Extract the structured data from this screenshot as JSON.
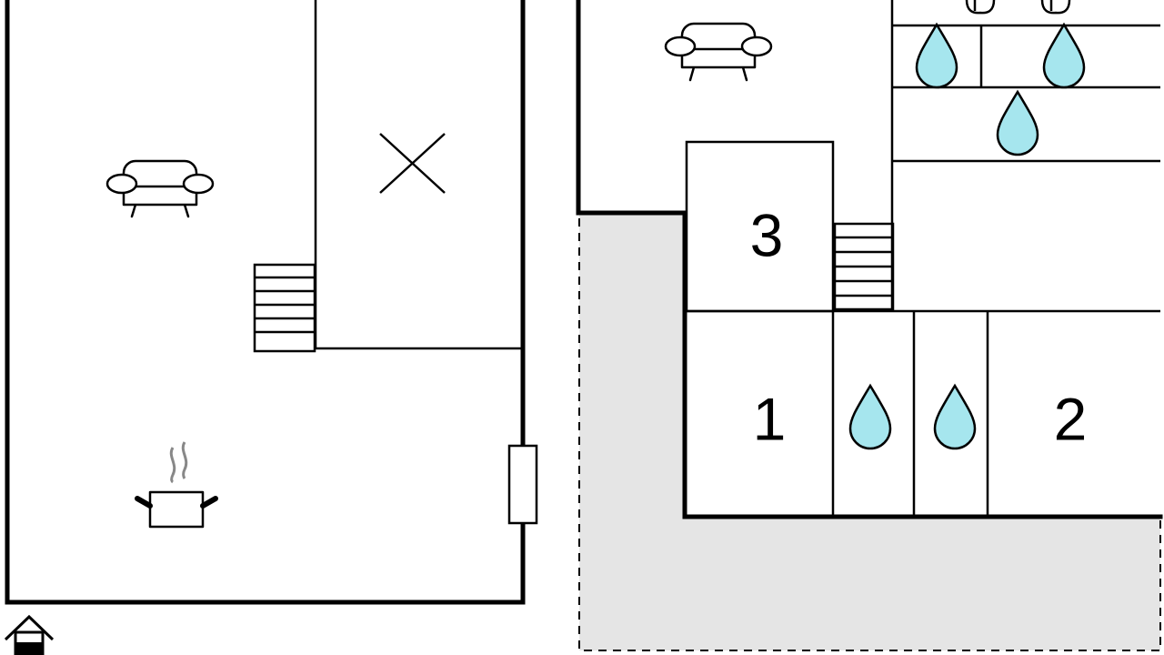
{
  "plan": {
    "rooms": [
      {
        "key": "room-1",
        "label": "1"
      },
      {
        "key": "room-2",
        "label": "2"
      },
      {
        "key": "room-3",
        "label": "3"
      }
    ],
    "icons": {
      "sofa": "sofa-icon",
      "cooking": "cooking-pot-icon",
      "bathroom": "water-drop-icon",
      "void": "void-cross-icon",
      "stairs": "stairs-icon",
      "entrance": "entrance-house-icon",
      "door": "door-icon"
    },
    "colors": {
      "terrace": "#e5e5e5",
      "water_drop": "#a6e6ee",
      "wall": "#000000",
      "background": "#ffffff"
    }
  }
}
